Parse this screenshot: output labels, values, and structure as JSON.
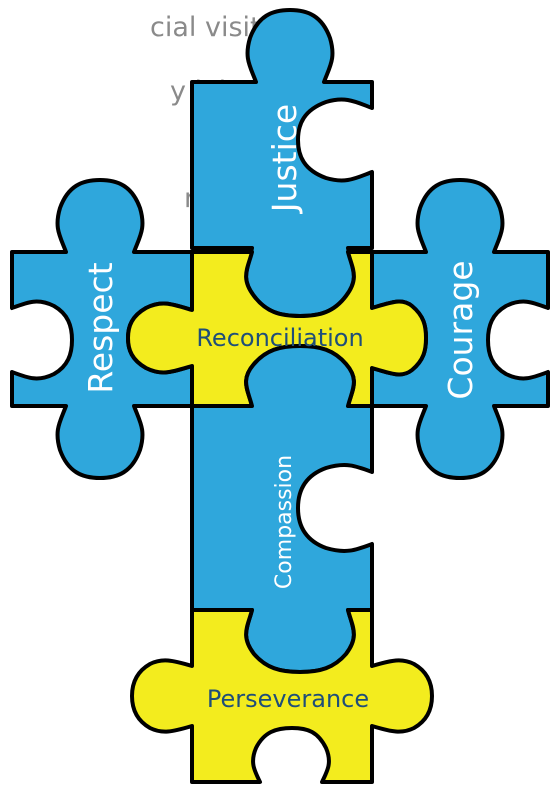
{
  "background_text": {
    "line1": "cial visitor.",
    "line2": "y join",
    "line3": "r."
  },
  "colors": {
    "blue": "#2FA7DC",
    "yellow": "#F3EC1E",
    "outline": "#000000",
    "white_label": "#FFFFFF",
    "navy_label": "#1F4E79",
    "background_text": "#8A8A8A"
  },
  "pieces": {
    "justice": {
      "label": "Justice",
      "color": "blue"
    },
    "respect": {
      "label": "Respect",
      "color": "blue"
    },
    "reconciliation": {
      "label": "Reconciliation",
      "color": "yellow"
    },
    "courage": {
      "label": "Courage",
      "color": "blue"
    },
    "compassion": {
      "label": "Compassion",
      "color": "blue"
    },
    "perseverance": {
      "label": "Perseverance",
      "color": "yellow"
    }
  }
}
